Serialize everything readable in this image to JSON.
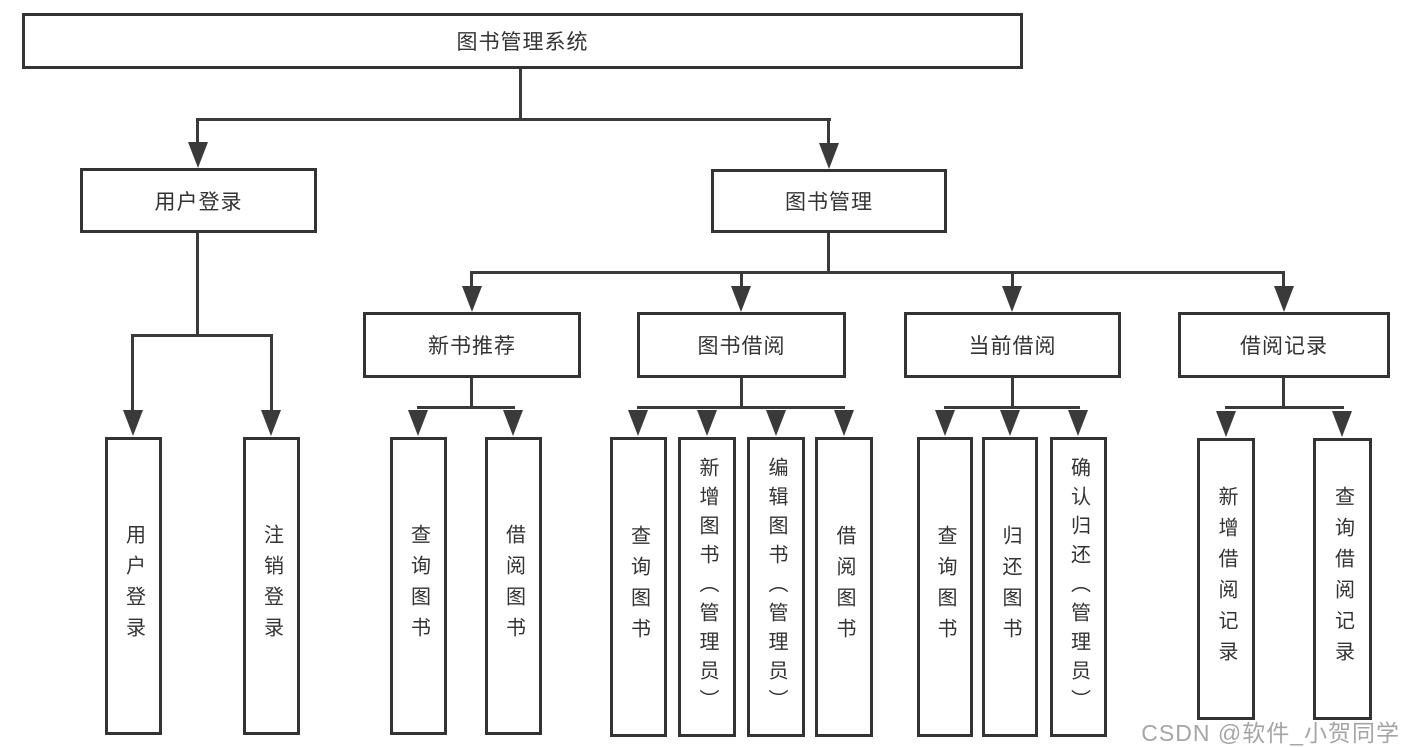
{
  "diagram_type": "hierarchy-structure-chart",
  "colors": {
    "background": "#ffffff",
    "box_border": "#333333",
    "text": "#333333",
    "connector_line": "#3a3a3a",
    "watermark": "#a5a5a5"
  },
  "tree": {
    "root": {
      "label": "图书管理系统",
      "children": [
        {
          "label": "用户登录",
          "children": [
            {
              "label": "用户登录"
            },
            {
              "label": "注销登录"
            }
          ]
        },
        {
          "label": "图书管理",
          "children": [
            {
              "label": "新书推荐",
              "children": [
                {
                  "label": "查询图书"
                },
                {
                  "label": "借阅图书"
                }
              ]
            },
            {
              "label": "图书借阅",
              "children": [
                {
                  "label": "查询图书"
                },
                {
                  "label": "新增图书（管理员）"
                },
                {
                  "label": "编辑图书（管理员）"
                },
                {
                  "label": "借阅图书"
                }
              ]
            },
            {
              "label": "当前借阅",
              "children": [
                {
                  "label": "查询图书"
                },
                {
                  "label": "归还图书"
                },
                {
                  "label": "确认归还（管理员）"
                }
              ]
            },
            {
              "label": "借阅记录",
              "children": [
                {
                  "label": "新增借阅记录"
                },
                {
                  "label": "查询借阅记录"
                }
              ]
            }
          ]
        }
      ]
    }
  },
  "watermark": {
    "text": "CSDN @软件_小贺同学"
  }
}
